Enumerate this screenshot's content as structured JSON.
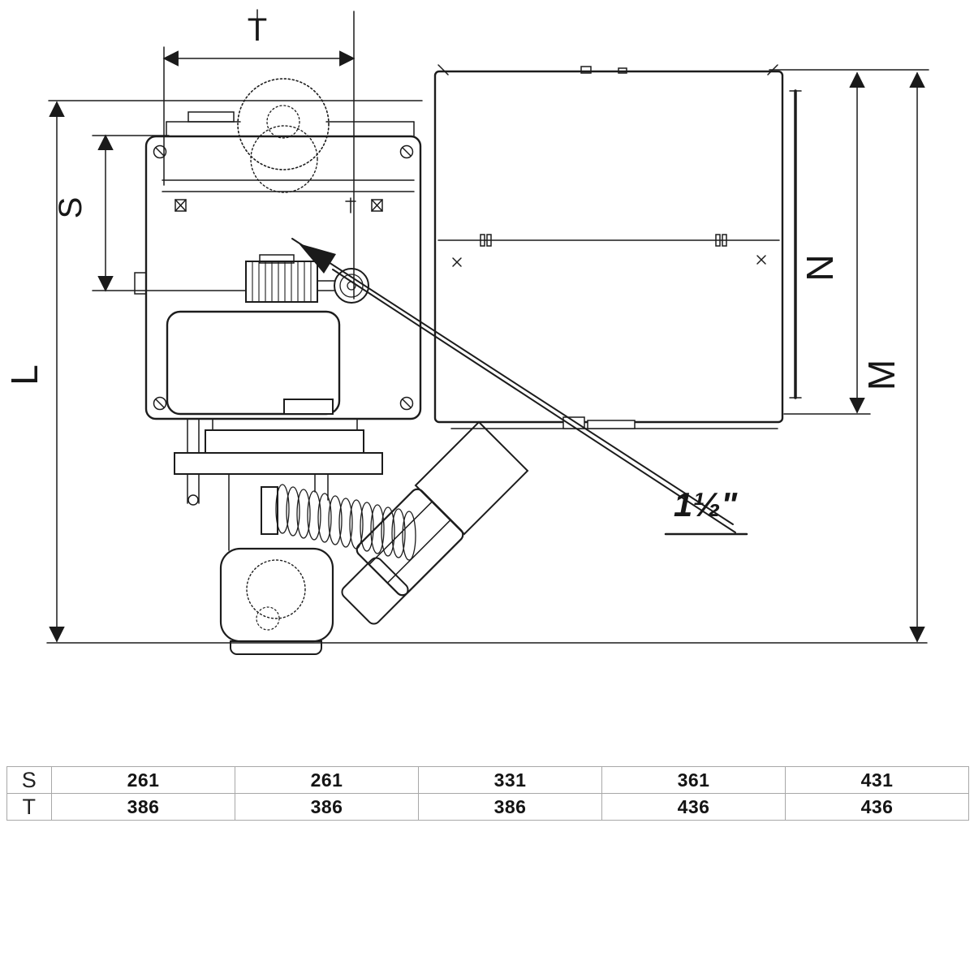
{
  "drawing": {
    "labels": {
      "t": "T",
      "s": "S",
      "l": "L",
      "n": "N",
      "m": "M"
    },
    "callout": {
      "pipe_size": "1½\""
    }
  },
  "table": {
    "rows": [
      {
        "header": "S",
        "values": [
          "261",
          "261",
          "331",
          "361",
          "431"
        ]
      },
      {
        "header": "T",
        "values": [
          "386",
          "386",
          "386",
          "436",
          "436"
        ]
      }
    ]
  }
}
